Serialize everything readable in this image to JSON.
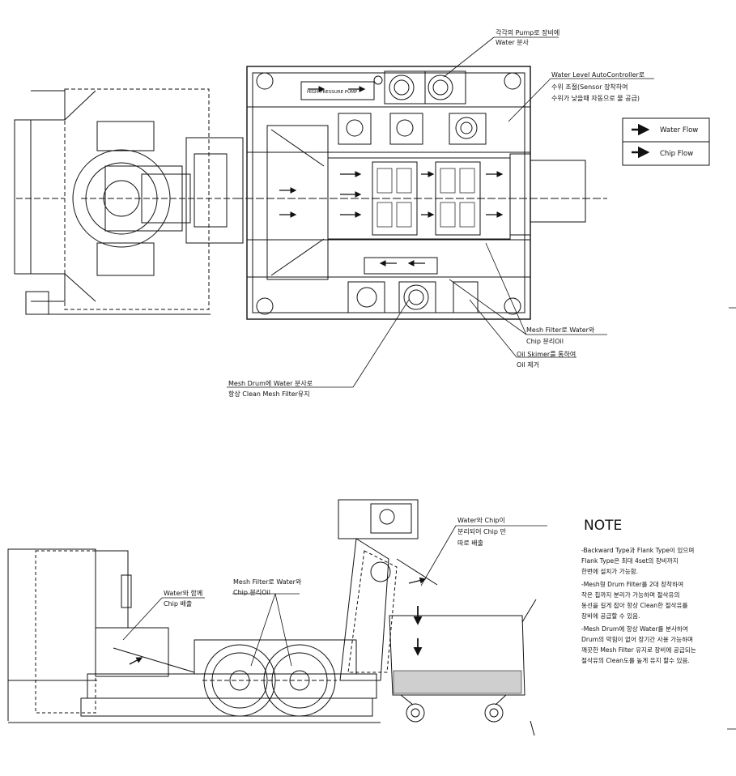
{
  "callouts": {
    "pump": [
      "각각의 Pump로 장비에",
      "Water 분사"
    ],
    "level": [
      "Water Level AutoController로",
      "수위 조절(Sensor 장착하여",
      "수위가 낮을때 자동으로 물 공급)"
    ],
    "mesh_top": [
      "Mesh Filter로 Water와",
      "Chip 분리Oil"
    ],
    "skimmer": [
      "Oil Skimer를 통하여",
      "Oil 제거"
    ],
    "drum_top": [
      "Mesh Drum에 Water 분사로",
      "항상 Clean Mesh Filter유지"
    ],
    "water_chip_out": [
      "Water와 함께",
      "Chip 배출"
    ],
    "mesh_bottom": [
      "Mesh Filter로 Water와",
      "Chip 분리Oil"
    ],
    "separate": [
      "Water와 Chip이",
      "분리되어 Chip 만",
      "따로 배출"
    ]
  },
  "machine_labels": {
    "pump_label": "HIGH-PRESSURE PUMP"
  },
  "legend": {
    "water_flow": "Water Flow",
    "chip_flow": "Chip Flow"
  },
  "note": {
    "title": "NOTE",
    "lines": [
      "-Backward Type과 Flank Type이 있으며",
      "Flank Type은 최대 4set의 장비까지",
      "한번에 설치가 가능함.",
      "-Mesh형 Drum Filter를 2대 장착하여",
      "작은 칩까지 분리가 가능하며 절삭유의",
      "동선을 길게 잡아 항상 Clean한 절삭유를",
      "장비에 공급할 수 있음.",
      "-Mesh Drum에 항상 Water를 분사하여",
      "Drum의 막힘이 없어 장기간 사용 가능하며",
      "깨끗한 Mesh Filter 유지로 장비에 공급되는",
      "절삭유의 Clean도를 높게 유지 할수 있음."
    ]
  },
  "colors": {
    "line": "#111111",
    "background": "#ffffff"
  }
}
